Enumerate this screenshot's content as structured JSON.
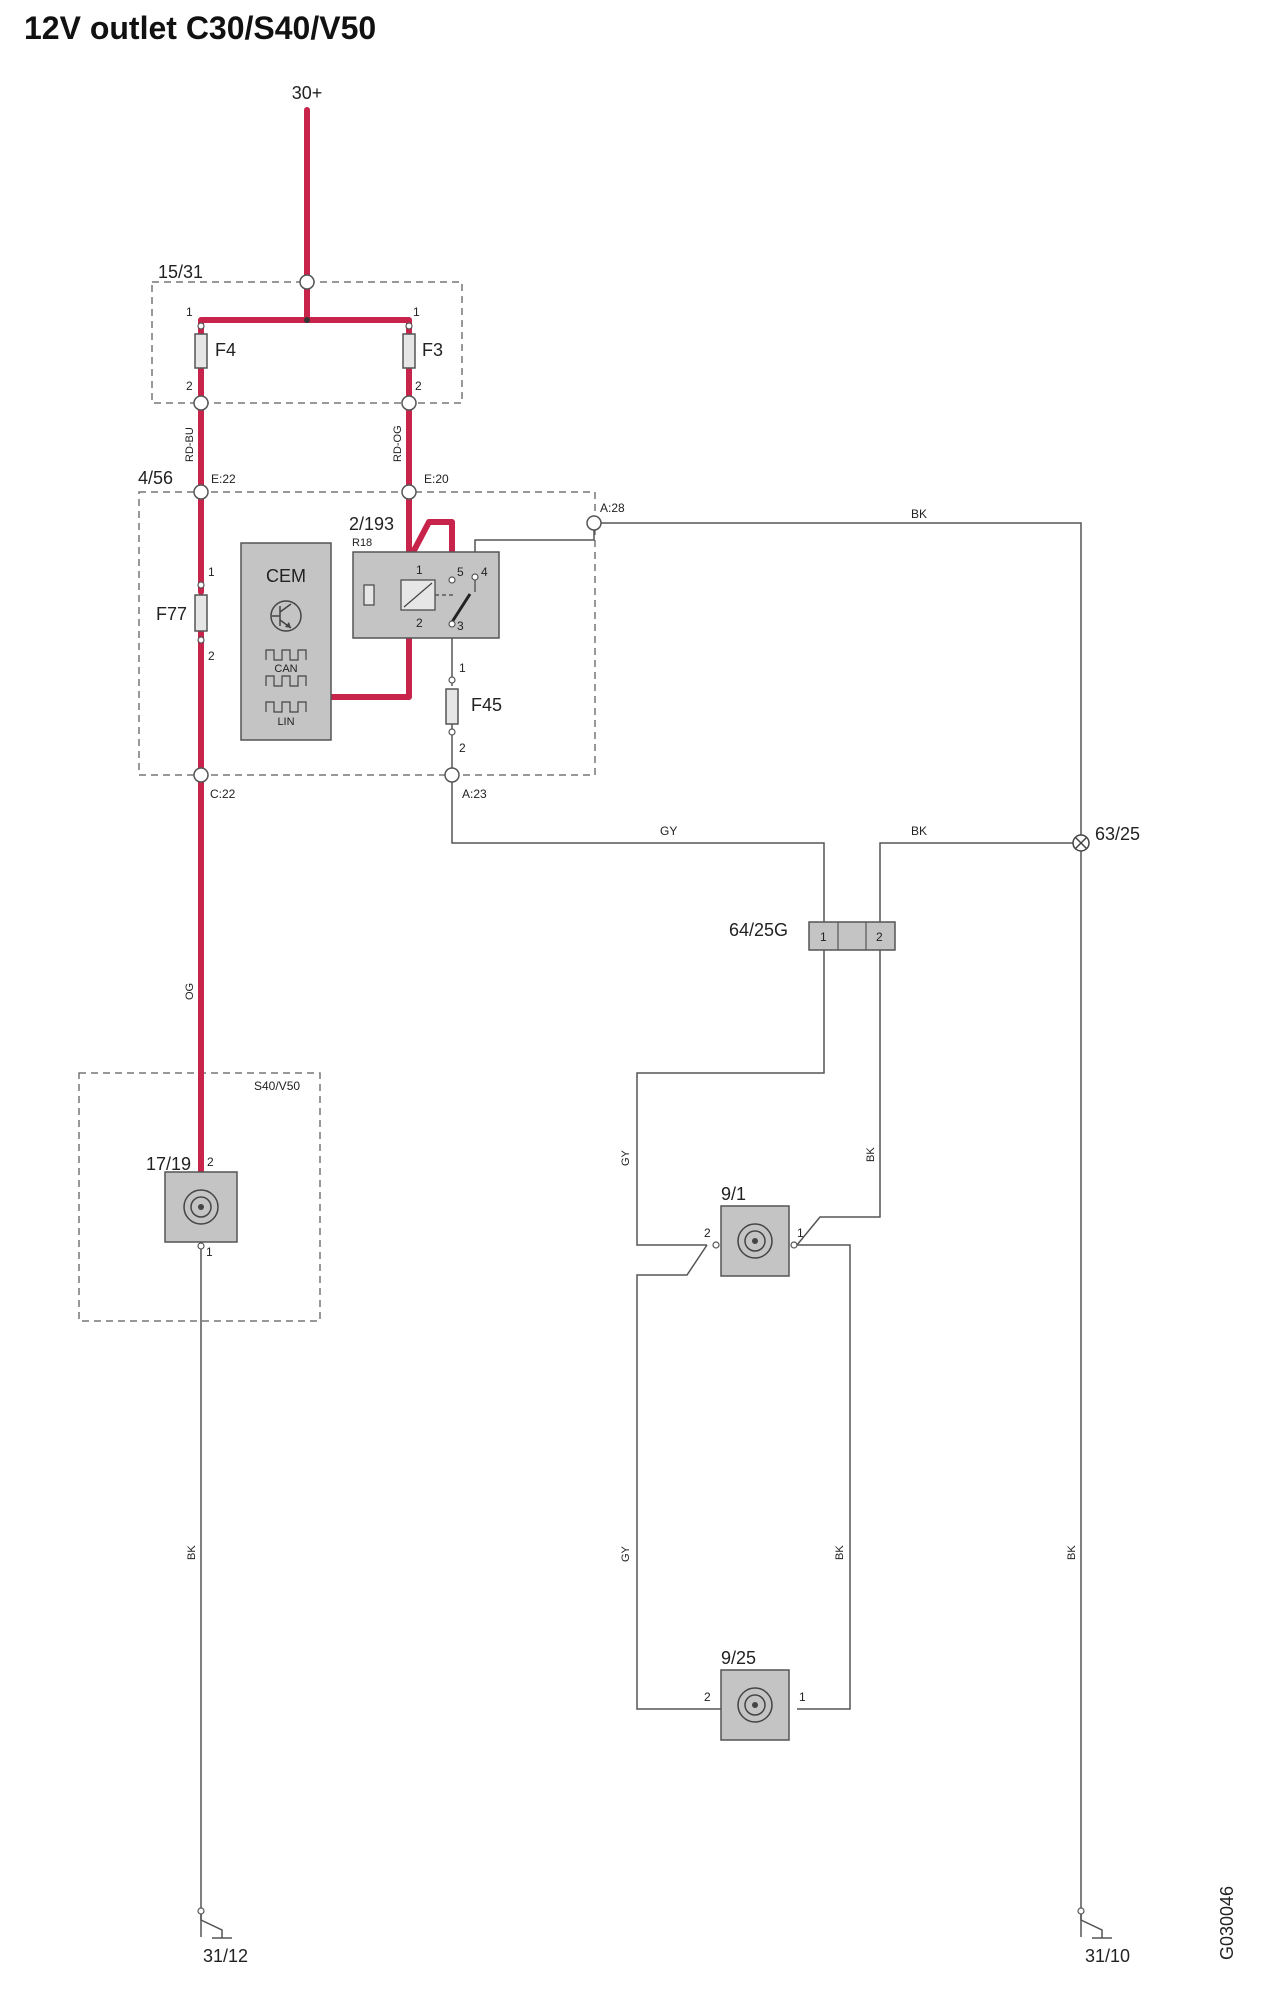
{
  "title": "12V outlet C30/S40/V50",
  "drawing_id": "G030046",
  "supply": "30+",
  "boxes": {
    "fuse_box": "15/31",
    "cem_box": "4/56",
    "variant_box": "S40/V50"
  },
  "components": {
    "cem": "CEM",
    "can": "CAN",
    "lin": "LIN",
    "relay": "2/193",
    "relay_sub": "R18",
    "fuse_f4": "F4",
    "fuse_f3": "F3",
    "fuse_f77": "F77",
    "fuse_f45": "F45",
    "connector": "64/25G",
    "splice": "63/25",
    "outlet_1": "17/19",
    "outlet_2": "9/1",
    "outlet_3": "9/25",
    "ground_1": "31/12",
    "ground_2": "31/10"
  },
  "terminals": {
    "e22": "E:22",
    "e20": "E:20",
    "a28": "A:28",
    "c22": "C:22",
    "a23": "A:23"
  },
  "pins": {
    "one": "1",
    "two": "2",
    "three": "3",
    "four": "4",
    "five": "5"
  },
  "wires": {
    "rd_bu": "RD-BU",
    "rd_og": "RD-OG",
    "og": "OG",
    "bk": "BK",
    "gy": "GY"
  },
  "colors": {
    "power_wire": "#c8234a",
    "signal_wire": "#555555",
    "component_fill": "#c4c4c4"
  }
}
